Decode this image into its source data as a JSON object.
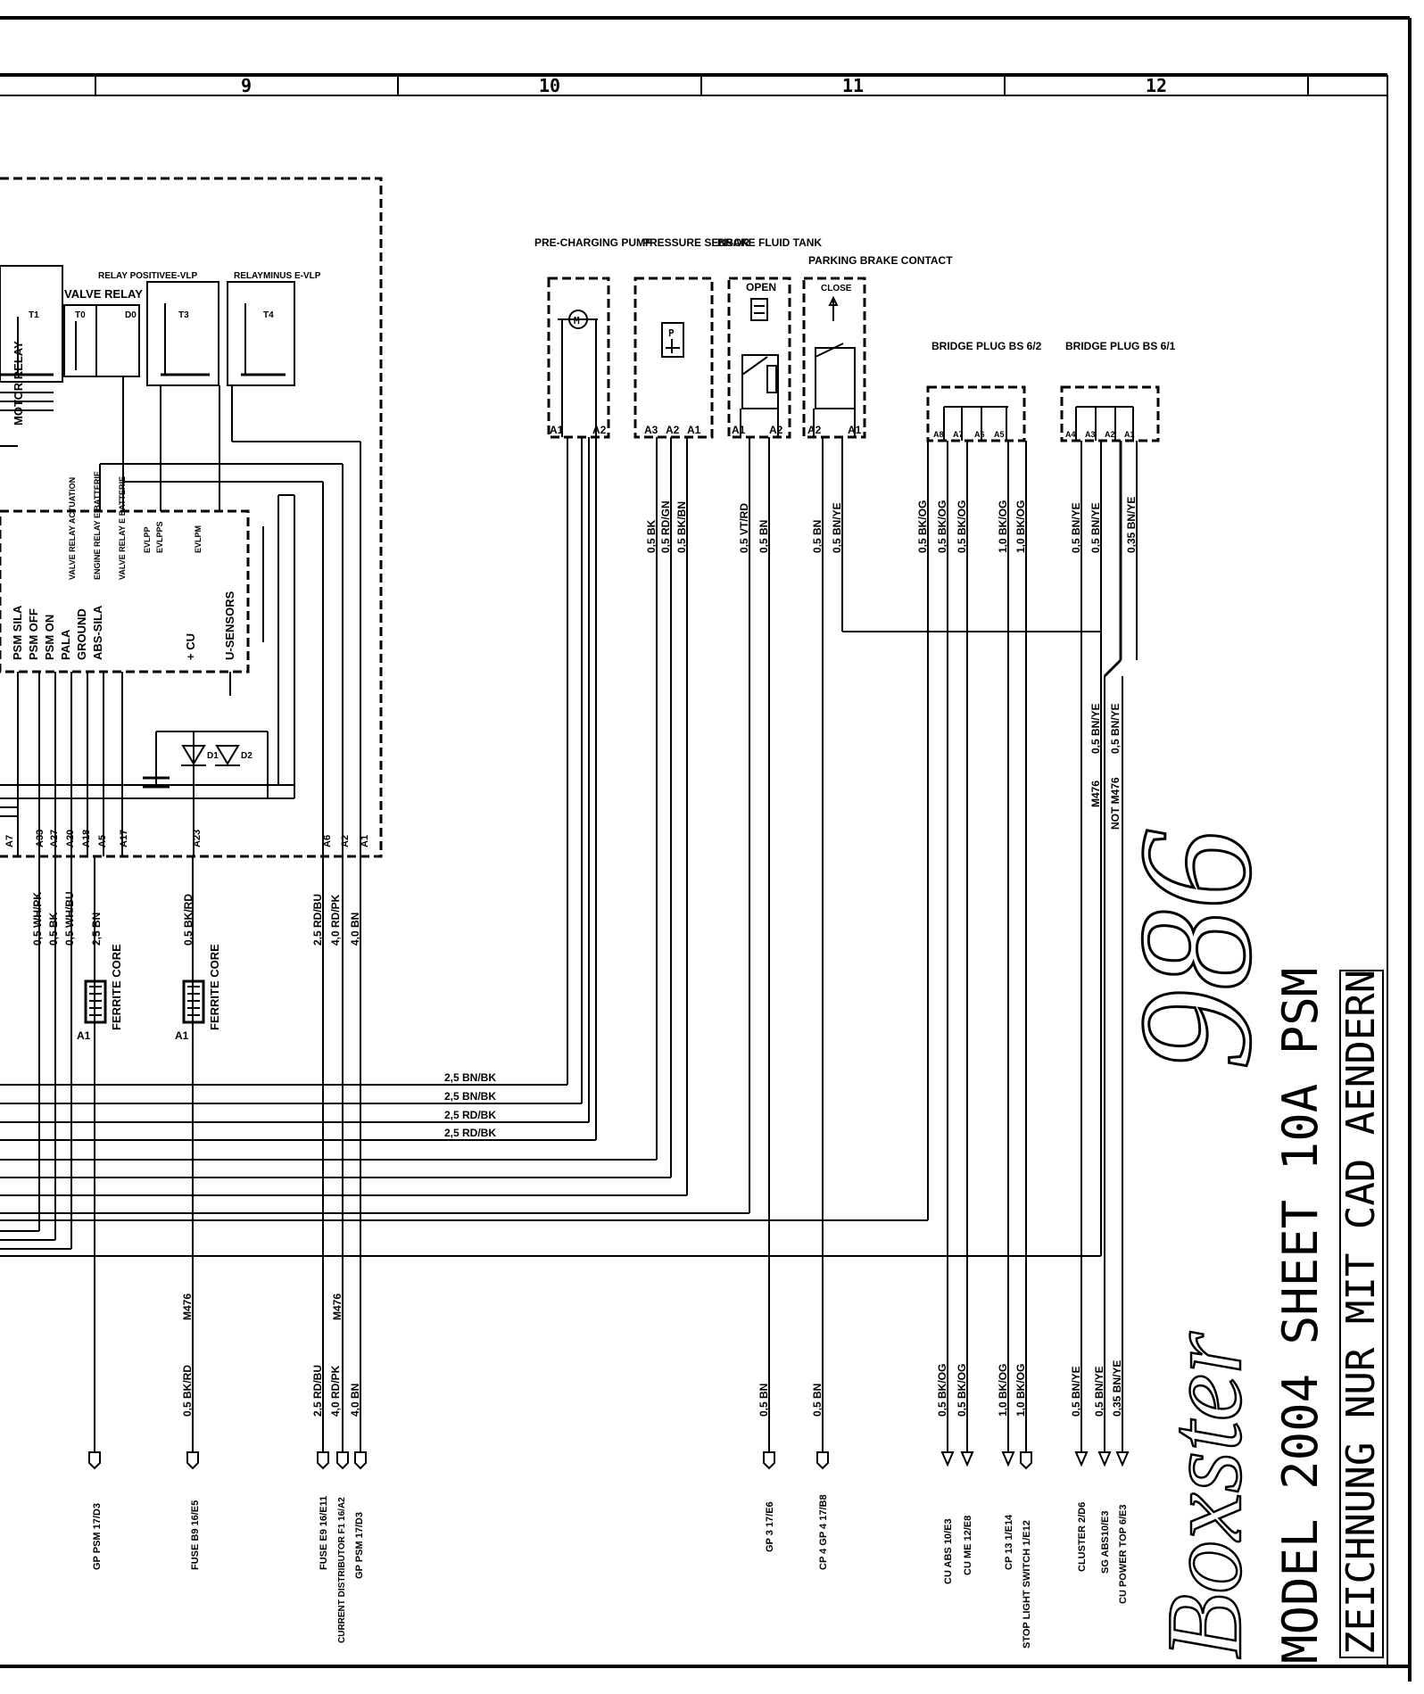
{
  "grid_columns": [
    "9",
    "10",
    "11",
    "12"
  ],
  "control_unit": {
    "relay_positive": "RELAY POSITIVEE-VLP",
    "relay_minus": "RELAYMINUS E-VLP",
    "valve_relay": "VALVE RELAY",
    "contacts": [
      "T1",
      "T0",
      "D0",
      "T3",
      "T4"
    ],
    "motor_relay": "MOTOR RELAY",
    "upper_pins": [
      "VALVE RELAY ACTUATION",
      "ENGINE RELAY E BATTERIE",
      "VALVE RELAY E BATTERIE",
      "EVLPP",
      "EVLPPS",
      "EVLPM"
    ],
    "lower_pins": [
      "PSM SILA",
      "PSM OFF",
      "PSM ON",
      "PALA",
      "GROUND",
      "ABS-SILA",
      "+ CU",
      "U-SENSORS"
    ],
    "diodes": [
      "D1",
      "D2"
    ],
    "terminals": [
      "A7",
      "A33",
      "A27",
      "A20",
      "A18",
      "A5",
      "A17",
      "A23",
      "A6",
      "A2",
      "A1"
    ]
  },
  "components": [
    {
      "name": "PRE-CHARGING PUMP",
      "pins": [
        "A1",
        "A2"
      ]
    },
    {
      "name": "PRESSURE SENSOR",
      "pins": [
        "A3",
        "A2",
        "A1"
      ]
    },
    {
      "name": "BRAKE FLUID TANK",
      "state": "OPEN",
      "pins": [
        "A1",
        "A2"
      ]
    },
    {
      "name": "PARKING BRAKE CONTACT",
      "state": "CLOSE",
      "pins": [
        "A2",
        "A1"
      ]
    },
    {
      "name": "BRIDGE PLUG BS 6/2",
      "pins": [
        "A8",
        "A7",
        "A6",
        "A5"
      ]
    },
    {
      "name": "BRIDGE PLUG BS 6/1",
      "pins": [
        "A4",
        "A3",
        "A2",
        "A1"
      ]
    }
  ],
  "wire_labels_upper": [
    "0,5 BK",
    "0,5 RD/GN",
    "0,5 BK/BN",
    "0,5 VT/RD",
    "0,5 BN",
    "0,5 BN",
    "0,5 BN/YE",
    "0,5 BK/OG",
    "0,5 BK/OG",
    "0,5 BK/OG",
    "1,0 BK/OG",
    "1,0 BK/OG",
    "0,5 BN/YE",
    "0,5 BN/YE",
    "0,35 BN/YE"
  ],
  "wire_labels_lower_cu": [
    "0,5 WH/PK",
    "0,5 BK",
    "0,5 WH/BU",
    "2,5 BN",
    "0,5 BK/RD",
    "2,5 RD/BU",
    "4,0 RD/PK",
    "4,0 BN"
  ],
  "ferrite": {
    "label": "FERRITE CORE",
    "pin": "A1"
  },
  "horizontal_bus": [
    "2,5 BN/BK",
    "2,5 BN/BK",
    "2,5 RD/BK",
    "2,5 RD/BK"
  ],
  "m476_labels": [
    "M476",
    "0,5 BN/YE",
    "NOT M476",
    "0,5 BN/YE"
  ],
  "bottom_wire_labels": [
    "M476",
    "0,5 BK/RD",
    "2,5 RD/BU",
    "4,0 RD/PK",
    "4,0 BN",
    "M476",
    "0,5 BN",
    "0,5 BN",
    "0,5 BK/OG",
    "0,5 BK/OG",
    "1,0 BK/OG",
    "1,0 BK/OG",
    "0,5 BN/YE",
    "0,5 BN/YE",
    "0,35 BN/YE"
  ],
  "destinations": [
    "GP PSM 17/D3",
    "FUSE B9 16/E5",
    "FUSE E9 16/E11",
    "CURRENT DISTRIBUTOR F1 16/A2",
    "GP PSM 17/D3",
    "GP 3 17/E6",
    "CP 4 GP 4 17/B8",
    "CU ABS 10/E3",
    "CU ME 12/E8",
    "CP 13 1/E14",
    "STOP LIGHT SWITCH 1/E12",
    "CLUSTER 2/D6",
    "SG ABS10/E3",
    "CU POWER TOP 6/E3"
  ],
  "title_block": {
    "logo_model": "986",
    "logo_name": "Boxster",
    "title": "MODEL 2004 SHEET 10A PSM",
    "note": "ZEICHNUNG NUR MIT CAD AENDERN"
  }
}
